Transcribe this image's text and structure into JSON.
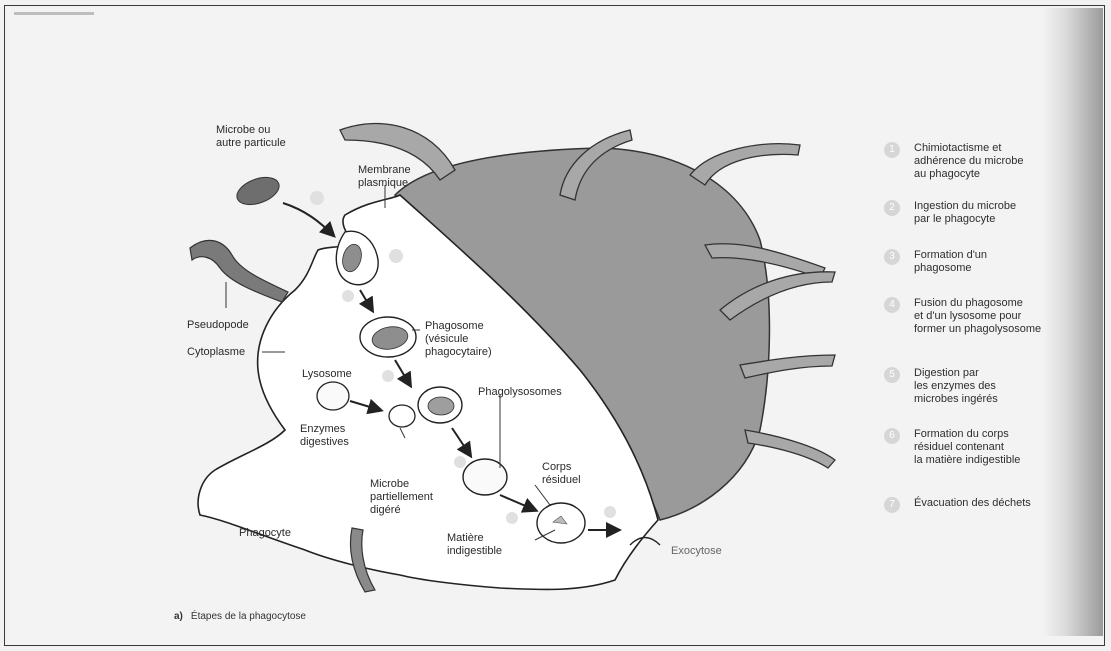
{
  "labels": {
    "microbe": "Microbe ou\nautre particule",
    "membrane": "Membrane\nplasmique",
    "pseudopode": "Pseudopode",
    "cytoplasme": "Cytoplasme",
    "lysosome": "Lysosome",
    "phagosome": "Phagosome\n(vésicule\nphagocytaire)",
    "phagolysosomes": "Phagolysosomes",
    "enzymes": "Enzymes\ndigestives",
    "microbe_partial": "Microbe\npartiellement\ndigéré",
    "corps_residuel": "Corps\nrésiduel",
    "phagocyte": "Phagocyte",
    "matiere": "Matière\nindigestible",
    "exocytose": "Exocytose"
  },
  "legend": [
    {
      "num": "1",
      "text": "Chimiotactisme et\nadhérence du microbe\nau phagocyte"
    },
    {
      "num": "2",
      "text": "Ingestion du microbe\npar le phagocyte"
    },
    {
      "num": "3",
      "text": "Formation d'un\nphagosome"
    },
    {
      "num": "4",
      "text": "Fusion du phagosome\net d'un lysosome pour\nformer un phagolysosome"
    },
    {
      "num": "5",
      "text": "Digestion par\nles enzymes des\nmicrobes ingérés"
    },
    {
      "num": "6",
      "text": "Formation du corps\nrésiduel contenant\nla matière indigestible"
    },
    {
      "num": "7",
      "text": "Évacuation des déchets"
    }
  ],
  "caption": {
    "letter": "a)",
    "text": "Étapes de la phagocytose"
  }
}
